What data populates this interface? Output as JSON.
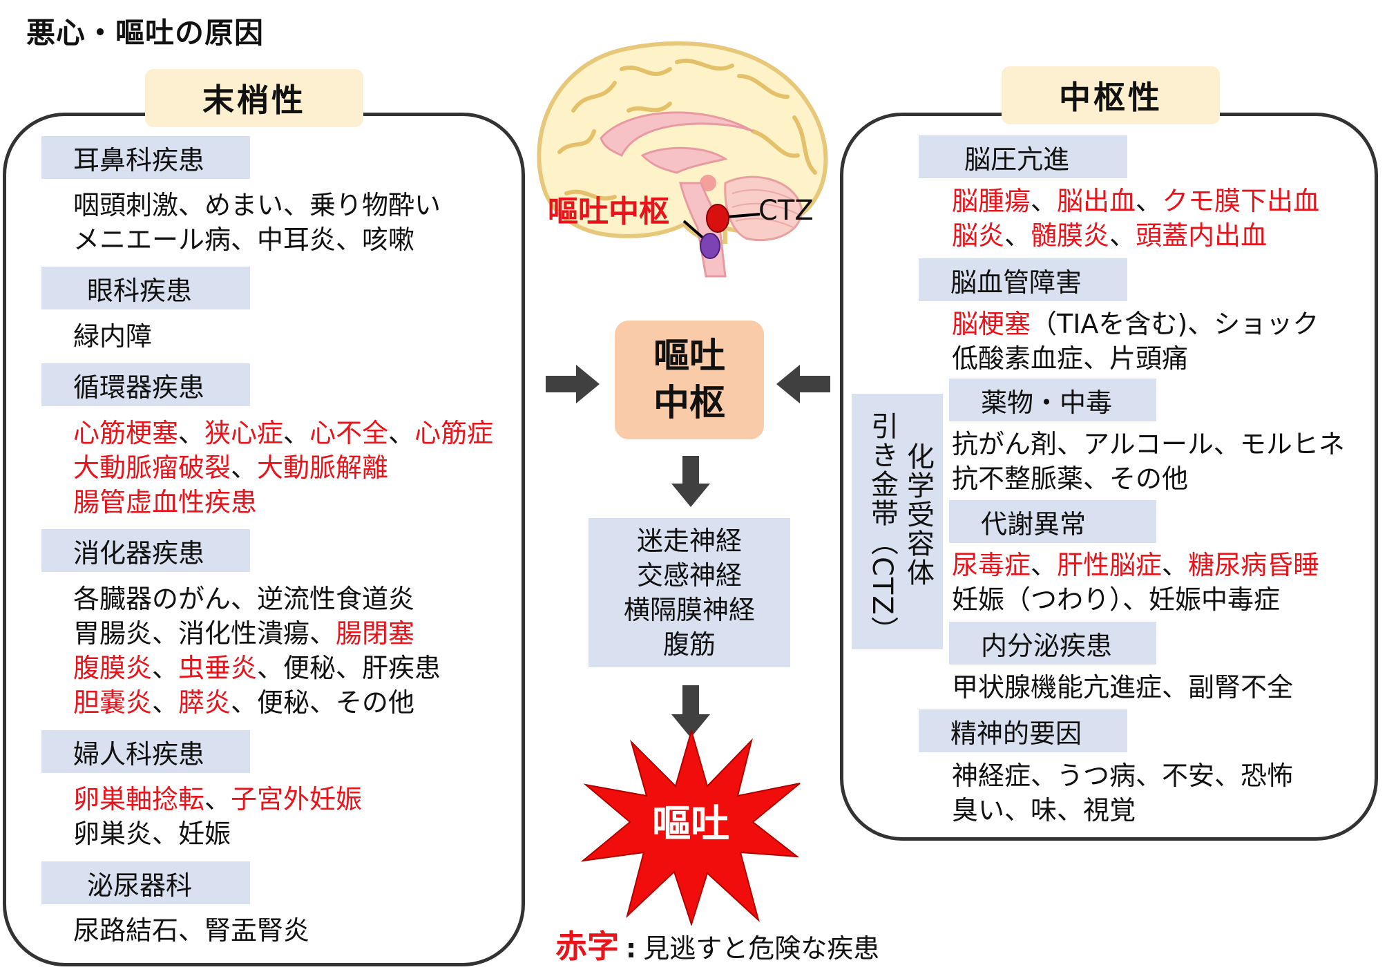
{
  "title": "悪心・嘔吐の原因",
  "colors": {
    "red": "#e8141c",
    "category_bg": "#d9e1f0",
    "tab_bg": "#fdf0d0",
    "center_bg": "#f9cba8"
  },
  "peripheral": {
    "heading": "末梢性",
    "categories": [
      {
        "label": "耳鼻科疾患",
        "lines": [
          [
            {
              "t": "咽頭刺激、めまい、乗り物酔い",
              "red": false
            }
          ],
          [
            {
              "t": "メニエール病、中耳炎、咳嗽",
              "red": false
            }
          ]
        ]
      },
      {
        "label": "眼科疾患",
        "lines": [
          [
            {
              "t": "緑内障",
              "red": false
            }
          ]
        ]
      },
      {
        "label": "循環器疾患",
        "lines": [
          [
            {
              "t": "心筋梗塞",
              "red": true
            },
            {
              "t": "、",
              "red": false
            },
            {
              "t": "狭心症",
              "red": true
            },
            {
              "t": "、",
              "red": false
            },
            {
              "t": "心不全",
              "red": true
            },
            {
              "t": "、",
              "red": false
            },
            {
              "t": "心筋症",
              "red": true
            }
          ],
          [
            {
              "t": "大動脈瘤破裂",
              "red": true
            },
            {
              "t": "、",
              "red": false
            },
            {
              "t": "大動脈解離",
              "red": true
            }
          ],
          [
            {
              "t": "腸管虚血性疾患",
              "red": true
            }
          ]
        ]
      },
      {
        "label": "消化器疾患",
        "lines": [
          [
            {
              "t": "各臓器のがん、逆流性食道炎",
              "red": false
            }
          ],
          [
            {
              "t": "胃腸炎、消化性潰瘍、",
              "red": false
            },
            {
              "t": "腸閉塞",
              "red": true
            }
          ],
          [
            {
              "t": "腹膜炎",
              "red": true
            },
            {
              "t": "、",
              "red": false
            },
            {
              "t": "虫垂炎",
              "red": true
            },
            {
              "t": "、便秘、肝疾患",
              "red": false
            }
          ],
          [
            {
              "t": "胆嚢炎",
              "red": true
            },
            {
              "t": "、",
              "red": false
            },
            {
              "t": "膵炎",
              "red": true
            },
            {
              "t": "、便秘、その他",
              "red": false
            }
          ]
        ]
      },
      {
        "label": "婦人科疾患",
        "lines": [
          [
            {
              "t": "卵巣軸捻転",
              "red": true
            },
            {
              "t": "、",
              "red": false
            },
            {
              "t": "子宮外妊娠",
              "red": true
            }
          ],
          [
            {
              "t": "卵巣炎、妊娠",
              "red": false
            }
          ]
        ]
      },
      {
        "label": "泌尿器科",
        "lines": [
          [
            {
              "t": "尿路結石、腎盂腎炎",
              "red": false
            }
          ]
        ]
      }
    ]
  },
  "central": {
    "heading": "中枢性",
    "categories": [
      {
        "label": "脳圧亢進",
        "lines": [
          [
            {
              "t": "脳腫瘍",
              "red": true
            },
            {
              "t": "、",
              "red": false
            },
            {
              "t": "脳出血",
              "red": true
            },
            {
              "t": "、",
              "red": false
            },
            {
              "t": "クモ膜下出血",
              "red": true
            }
          ],
          [
            {
              "t": "脳炎",
              "red": true
            },
            {
              "t": "、",
              "red": false
            },
            {
              "t": "髄膜炎",
              "red": true
            },
            {
              "t": "、",
              "red": false
            },
            {
              "t": "頭蓋内出血",
              "red": true
            }
          ]
        ]
      },
      {
        "label": "脳血管障害",
        "lines": [
          [
            {
              "t": "脳梗塞",
              "red": true
            },
            {
              "t": "（TIAを含む)、ショック",
              "red": false
            }
          ],
          [
            {
              "t": "低酸素血症、片頭痛",
              "red": false
            }
          ]
        ]
      },
      {
        "label": "薬物・中毒",
        "lines": [
          [
            {
              "t": "抗がん剤、アルコール、モルヒネ",
              "red": false
            }
          ],
          [
            {
              "t": "抗不整脈薬、その他",
              "red": false
            }
          ]
        ]
      },
      {
        "label": "代謝異常",
        "lines": [
          [
            {
              "t": "尿毒症",
              "red": true
            },
            {
              "t": "、",
              "red": false
            },
            {
              "t": "肝性脳症",
              "red": true
            },
            {
              "t": "、",
              "red": false
            },
            {
              "t": "糖尿病昏睡",
              "red": true
            }
          ],
          [
            {
              "t": "妊娠（つわり）、妊娠中毒症",
              "red": false
            }
          ]
        ]
      },
      {
        "label": "内分泌疾患",
        "lines": [
          [
            {
              "t": "甲状腺機能亢進症、副腎不全",
              "red": false
            }
          ]
        ]
      },
      {
        "label": "精神的要因",
        "lines": [
          [
            {
              "t": "神経症、うつ病、不安、恐怖",
              "red": false
            }
          ],
          [
            {
              "t": "臭い、味、視覚",
              "red": false
            }
          ]
        ]
      }
    ],
    "ctz_line1": "化学受容体",
    "ctz_line2": "引き金帯（CTZ）"
  },
  "center": {
    "brain_label_vc": "嘔吐中枢",
    "brain_label_ctz": "CTZ",
    "box_line1": "嘔吐",
    "box_line2": "中枢",
    "nerves": [
      "迷走神経",
      "交感神経",
      "横隔膜神経",
      "腹筋"
    ],
    "burst_label": "嘔吐"
  },
  "legend": {
    "red_label": "赤字",
    "colon": ":",
    "text": "見逃すと危険な疾患"
  }
}
